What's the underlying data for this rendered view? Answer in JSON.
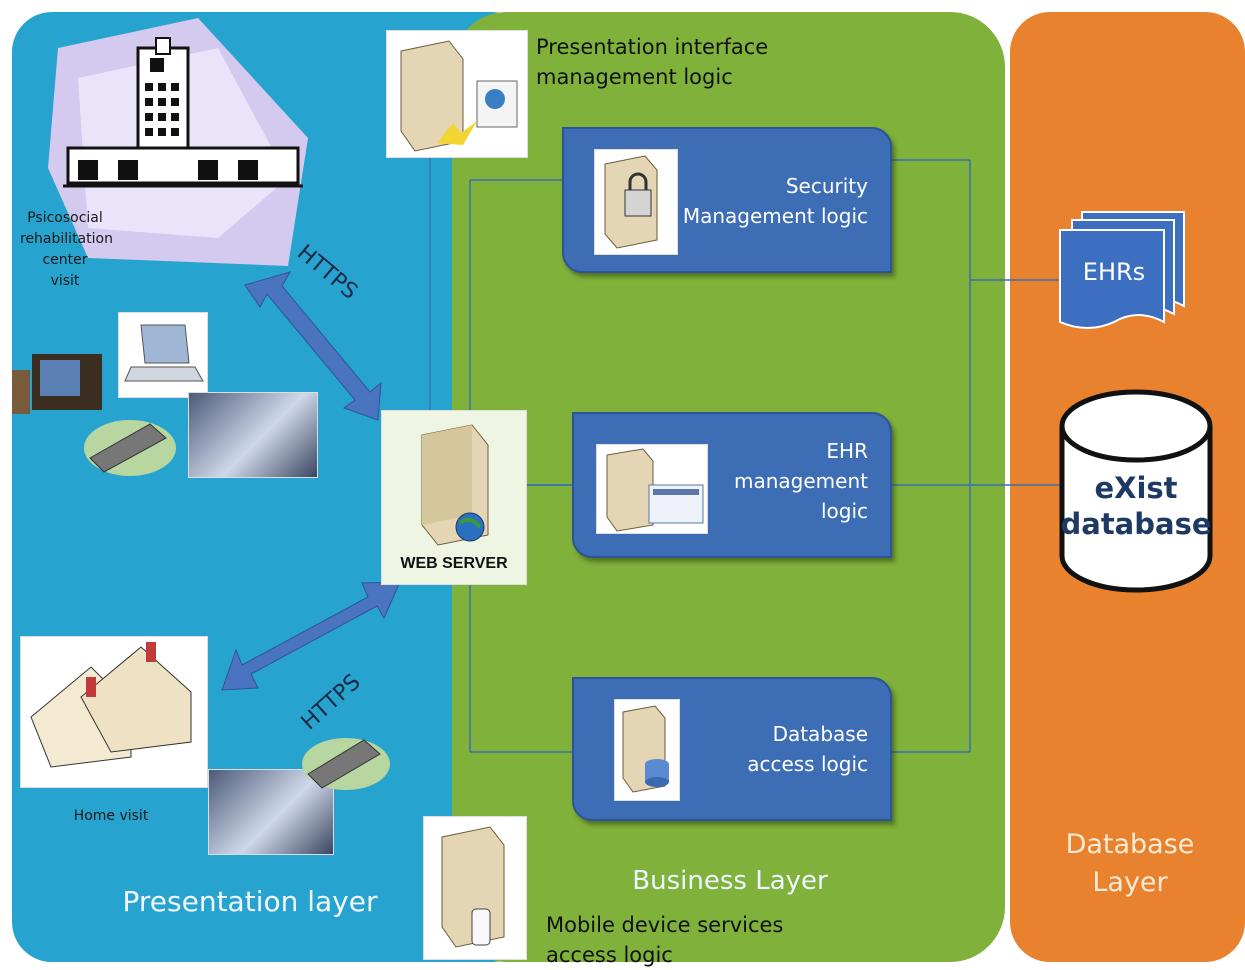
{
  "layers": {
    "presentation": "Presentation layer",
    "business": "Business Layer",
    "database": "Database\nLayer"
  },
  "presentation": {
    "rehab_label": "Psicosocial\nrehabilitation\ncenter\nvisit",
    "home_label": "Home visit",
    "https_top": "HTTPS",
    "https_bottom": "HTTPS"
  },
  "business": {
    "interface_logic": "Presentation interface\nmanagement logic",
    "security_logic": "Security\nManagement logic",
    "ehr_logic": "EHR\nmanagement\nlogic",
    "db_access_logic": "Database\naccess logic",
    "mobile_logic": "Mobile device services\naccess logic",
    "web_server": "WEB SERVER"
  },
  "database": {
    "ehrs": "EHRs",
    "exist_db": "eXist\ndatabase"
  },
  "colors": {
    "presentation": "#27a3cf",
    "business": "#80b13a",
    "database": "#e8822e",
    "logic_box": "#3c6db5",
    "arrow": "#4a73c0"
  }
}
